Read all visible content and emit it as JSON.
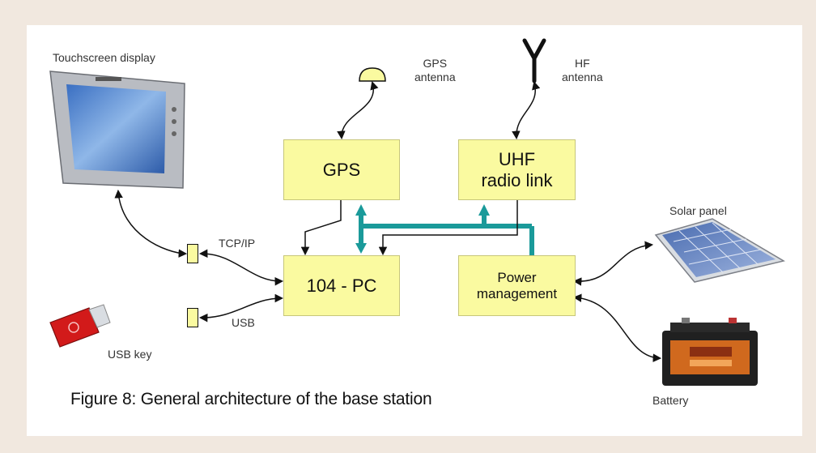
{
  "labels": {
    "touchscreen": "Touchscreen display",
    "gps_antenna": [
      "GPS",
      "antenna"
    ],
    "hf_antenna": [
      "HF",
      "antenna"
    ],
    "solar_panel": "Solar panel",
    "tcpip": "TCP/IP",
    "usb": "USB",
    "usb_key": "USB key",
    "battery": "Battery"
  },
  "boxes": {
    "gps": [
      "GPS"
    ],
    "uhf": [
      "UHF",
      "radio link"
    ],
    "pc": [
      "104 - PC"
    ],
    "power": [
      "Power",
      "management"
    ]
  },
  "caption": "Figure 8: General architecture of the base station",
  "colors": {
    "background": "#f1e8df",
    "box_fill": "#fafaa0",
    "power_bus": "#1a9a9a"
  }
}
